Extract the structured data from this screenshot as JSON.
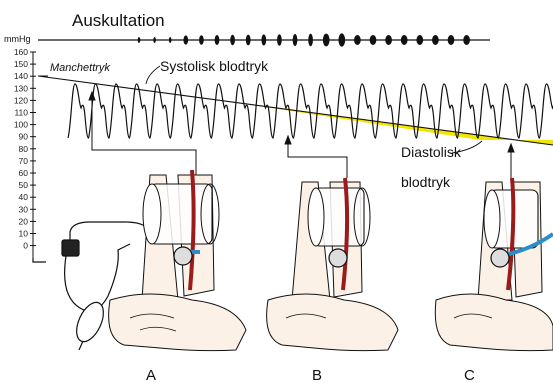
{
  "title_auscultation": "Auskultation",
  "unit": "mmHg",
  "y_ticks": [
    "160",
    "150",
    "140",
    "130",
    "120",
    "110",
    "100",
    "90",
    "80",
    "70",
    "60",
    "50",
    "40",
    "30",
    "20",
    "10",
    "0"
  ],
  "label_cuff": "Manchettryk",
  "label_systolic": "Systolisk blodtryk",
  "label_diastolic_1": "Diastolisk",
  "label_diastolic_2": "blodtryk",
  "panels": [
    "A",
    "B",
    "C"
  ],
  "colors": {
    "highlight": "#f2e600",
    "stethoscope_tube": "#2a8fc8",
    "artery": "#9b1b1b",
    "skin": "#fbf1e6"
  },
  "icons": [
    "stethoscope-icon",
    "pressure-bulb-icon",
    "pressure-cuff-icon"
  ]
}
